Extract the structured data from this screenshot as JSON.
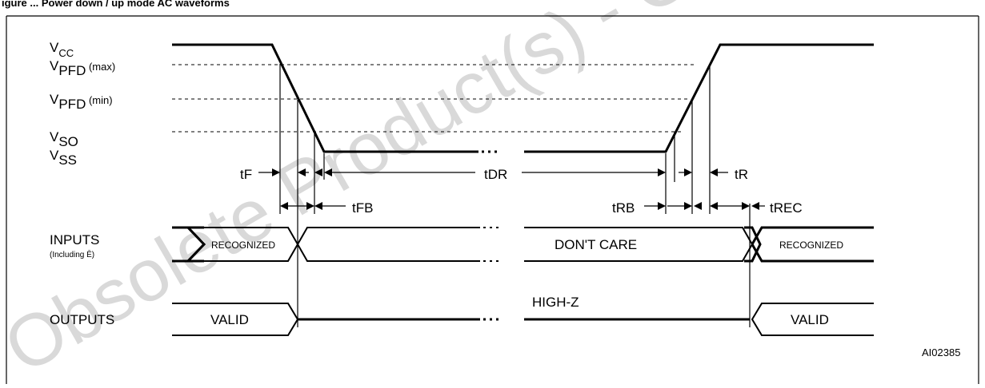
{
  "figure": {
    "header_fragment": "igure ... Power down / up mode AC waveforms",
    "watermark": "Obsolete Product(s) - Obsolete Product(s)",
    "part_code": "AI02385"
  },
  "levels": {
    "vcc": {
      "main": "V",
      "sub": "CC",
      "suffix": ""
    },
    "vpfd_max": {
      "main": "V",
      "sub": "PFD",
      "suffix": " (max)"
    },
    "vpfd_min": {
      "main": "V",
      "sub": "PFD",
      "suffix": " (min)"
    },
    "vso": {
      "main": "V",
      "sub": "SO",
      "suffix": ""
    },
    "vss": {
      "main": "V",
      "sub": "SS",
      "suffix": ""
    }
  },
  "timing": {
    "tF": "tF",
    "tFB": "tFB",
    "tDR": "tDR",
    "tRB": "tRB",
    "tR": "tR",
    "tREC": "tREC"
  },
  "inputs": {
    "label": "INPUTS",
    "sublabel": "(Including Ē)",
    "left_state": "RECOGNIZED",
    "middle_state": "DON'T CARE",
    "right_state": "RECOGNIZED"
  },
  "outputs": {
    "label": "OUTPUTS",
    "left_state": "VALID",
    "middle_state": "HIGH-Z",
    "right_state": "VALID"
  }
}
